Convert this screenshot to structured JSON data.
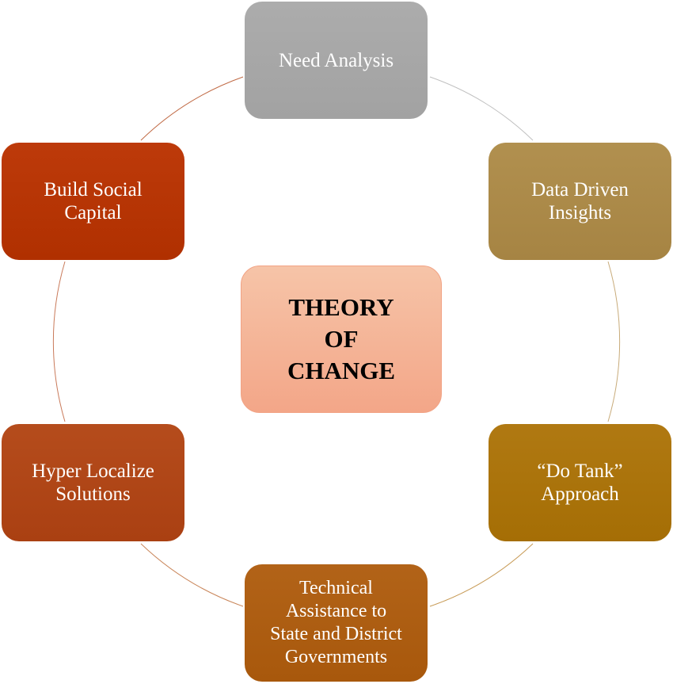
{
  "diagram": {
    "center": {
      "lines": [
        "THEORY",
        "OF",
        "CHANGE"
      ],
      "fill": "#f4b496",
      "text_color": "#000000"
    },
    "nodes": [
      {
        "id": "need-analysis",
        "lines": [
          "Need Analysis"
        ],
        "color": "#a7a7a7"
      },
      {
        "id": "data-driven-insights",
        "lines": [
          "Data Driven",
          "Insights"
        ],
        "color": "#ab8a49"
      },
      {
        "id": "do-tank-approach",
        "lines": [
          "“Do Tank”",
          "Approach"
        ],
        "color": "#aa730b"
      },
      {
        "id": "technical-assistance",
        "lines": [
          "Technical",
          "Assistance to",
          "State and District",
          "Governments"
        ],
        "color": "#ad5d12"
      },
      {
        "id": "hyper-localize-solutions",
        "lines": [
          "Hyper Localize",
          "Solutions"
        ],
        "color": "#af4617"
      },
      {
        "id": "build-social-capital",
        "lines": [
          "Build Social",
          "Capital"
        ],
        "color": "#b63505"
      }
    ],
    "ring_segment_colors": [
      "#c0c0c0",
      "#c8ab7a",
      "#c79a55",
      "#c9865a",
      "#c97a5a",
      "#c06a45"
    ]
  }
}
